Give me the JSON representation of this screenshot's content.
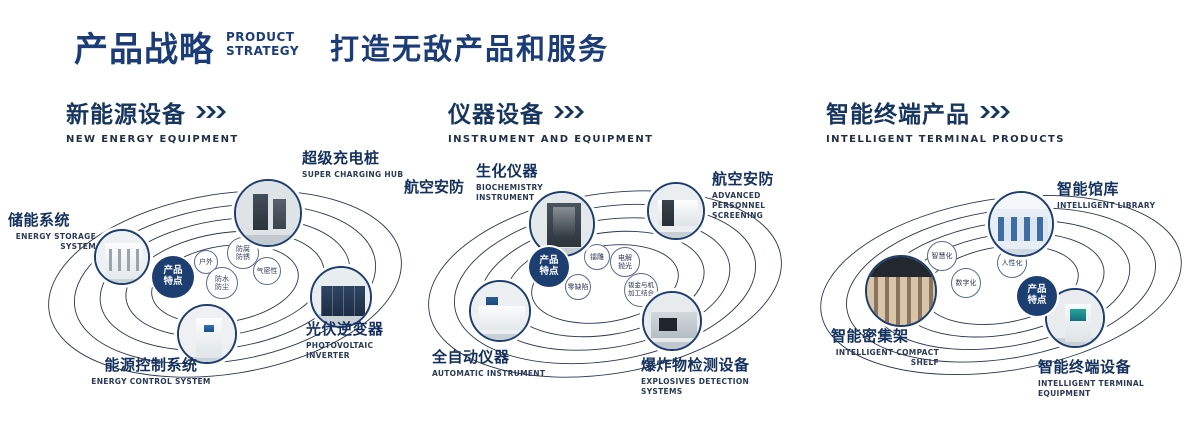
{
  "header": {
    "title_cn": "产品战略",
    "title_en1": "PRODUCT",
    "title_en2": "STRATEGY",
    "slogan": "打造无敌产品和服务"
  },
  "sections": [
    {
      "title_cn": "新能源设备",
      "title_en": "NEW ENERGY EQUIPMENT",
      "badge": "产品特点",
      "features": {
        "f1": "防腐防锈",
        "f2": "户外",
        "f3": "气密性",
        "f4": "防水防尘"
      },
      "products": {
        "charging": {
          "cn": "超级充电桩",
          "en": "SUPER CHARGING HUB"
        },
        "storage": {
          "cn": "储能系统",
          "en": "ENERGY STORAGE SYSTEM"
        },
        "inverter": {
          "cn": "光伏逆变器",
          "en": "PHOTOVOLTAIC INVERTER"
        },
        "control": {
          "cn": "能源控制系统",
          "en": "ENERGY CONTROL SYSTEM"
        }
      }
    },
    {
      "title_cn": "仪器设备",
      "title_en": "INSTRUMENT AND EQUIPMENT",
      "badge": "产品特点",
      "extra_label": "航空安防",
      "features": {
        "f1": "镭雕",
        "f2": "电解抛光",
        "f3": "零缺陷",
        "f4": "钣金与机加工结合"
      },
      "products": {
        "biochem": {
          "cn": "生化仪器",
          "en": "BIOCHEMISTRY INSTRUMENT"
        },
        "screening": {
          "cn": "航空安防",
          "en": "ADVANCED PERSONNEL SCREENING"
        },
        "automatic": {
          "cn": "全自动仪器",
          "en": "AUTOMATIC INSTRUMENT"
        },
        "explosives": {
          "cn": "爆炸物检测设备",
          "en": "EXPLOSIVES DETECTION SYSTEMS"
        }
      }
    },
    {
      "title_cn": "智能终端产品",
      "title_en": "INTELLIGENT TERMINAL PRODUCTS",
      "badge": "产品特点",
      "features": {
        "f1": "智慧化",
        "f2": "人性化",
        "f3": "数字化"
      },
      "products": {
        "library": {
          "cn": "智能馆库",
          "en": "INTELLIGENT LIBRARY"
        },
        "shelf": {
          "cn": "智能密集架",
          "en": "INTELLIGENT COMPACT SHELF"
        },
        "terminal": {
          "cn": "智能终端设备",
          "en": "INTELLIGENT TERMINAL EQUIPMENT"
        }
      }
    }
  ]
}
